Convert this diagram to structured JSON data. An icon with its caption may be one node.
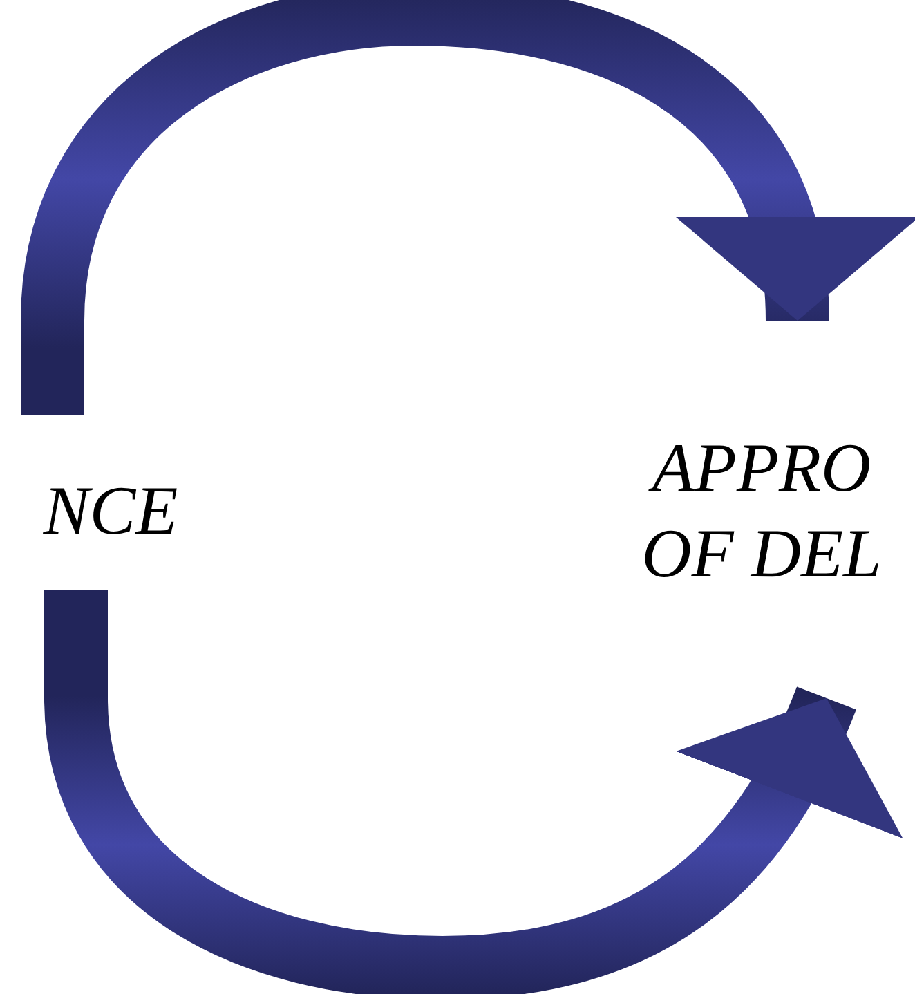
{
  "diagram": {
    "nodes": [
      {
        "text": [
          "NCE"
        ]
      },
      {
        "text": [
          "APPRO OF DEL"
        ]
      }
    ],
    "edges": [
      {
        "from": 0,
        "to": 1,
        "arrow": "to"
      },
      {
        "from": 0,
        "to": 1,
        "arrow": "to"
      }
    ]
  }
}
